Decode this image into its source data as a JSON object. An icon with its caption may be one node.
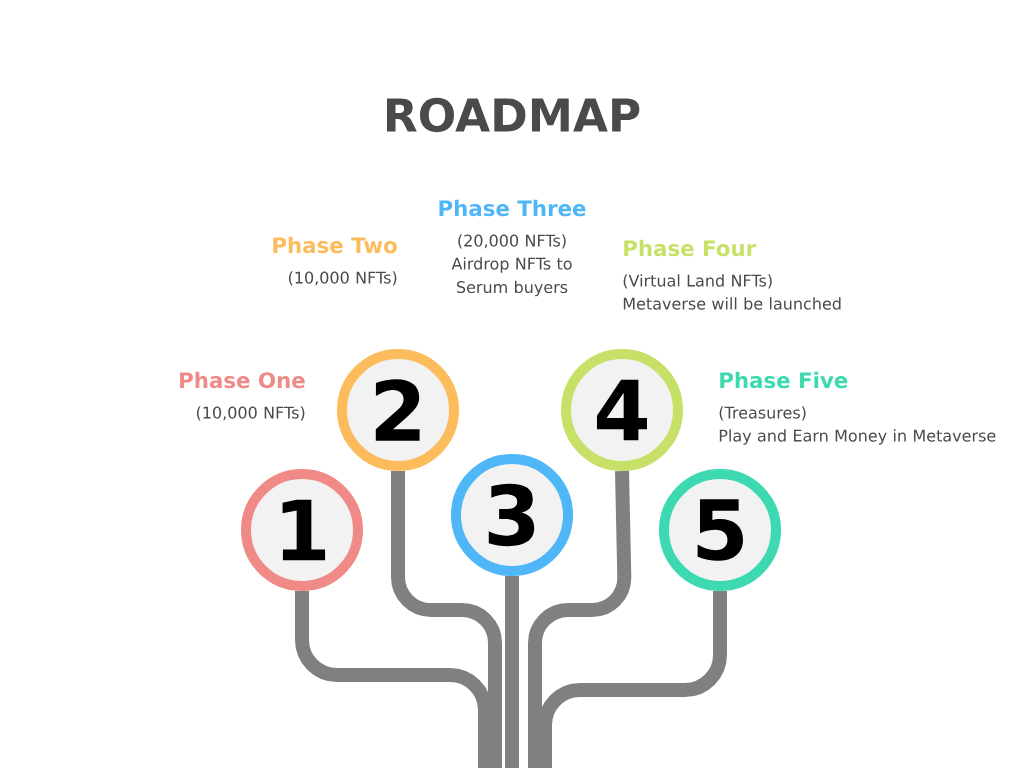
{
  "diagram": {
    "title": "ROADMAP",
    "nodes": [
      {
        "text": [
          "1"
        ],
        "beside": [
          "Phase One",
          "(10,000 NFTs)"
        ]
      },
      {
        "text": [
          "2"
        ],
        "beside": [
          "Phase Two",
          "(10,000 NFTs)"
        ]
      },
      {
        "text": [
          "3"
        ],
        "beside": [
          "Phase Three",
          "(20,000 NFTs)",
          "Airdrop NFTs to Serum buyers"
        ]
      },
      {
        "text": [
          "4"
        ],
        "beside": [
          "Phase Four",
          "(Virtual Land NFTs)",
          "Metaverse will be launched"
        ]
      },
      {
        "text": [
          "5"
        ],
        "beside": [
          "Phase Five",
          "(Treasures)",
          "Play and Earn Money in Metaverse"
        ]
      }
    ],
    "edges": [
      {
        "from": 0,
        "to": null,
        "arrow": "none"
      },
      {
        "from": 1,
        "to": null,
        "arrow": "none"
      },
      {
        "from": 2,
        "to": null,
        "arrow": "none"
      },
      {
        "from": 3,
        "to": null,
        "arrow": "none"
      },
      {
        "from": 4,
        "to": null,
        "arrow": "none"
      }
    ]
  }
}
